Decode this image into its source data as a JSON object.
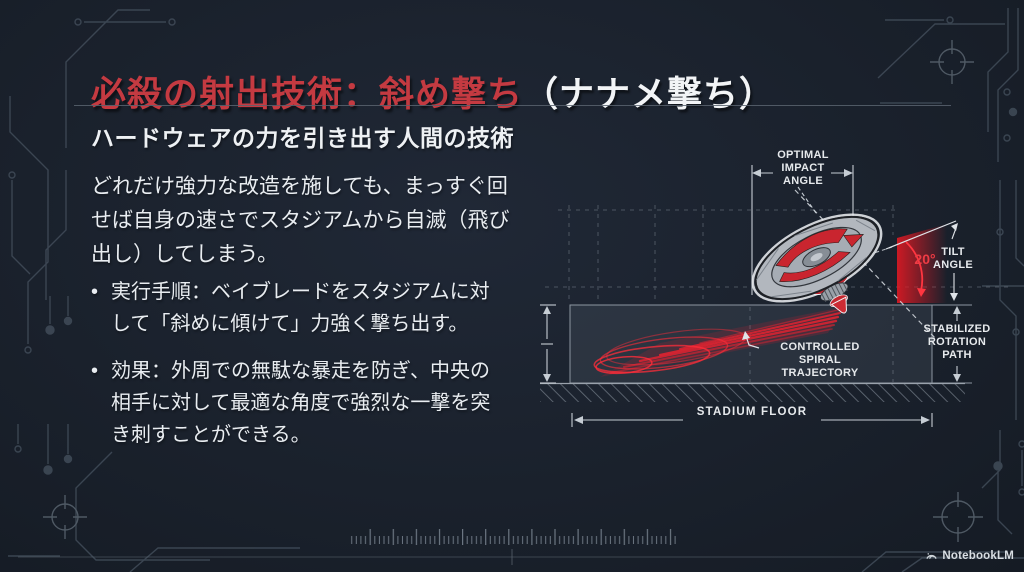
{
  "slide": {
    "title_red": "必殺の射出技術：斜め撃ち",
    "title_white": "（ナナメ撃ち）",
    "subtitle": "ハードウェアの力を引き出す人間の技術",
    "paragraph": "どれだけ強力な改造を施しても、まっすぐ回せば自身の速さでスタジアムから自滅（飛び出し）してしまう。",
    "bullet_marker": "•",
    "bullets": [
      "実行手順：ベイブレードをスタジアムに対して「斜めに傾けて」力強く撃ち出す。",
      "効果：外周での無駄な暴走を防ぎ、中央の相手に対して最適な角度で強烈な一撃を突き刺すことができる。"
    ]
  },
  "diagram": {
    "optimal_impact_angle": "OPTIMAL IMPACT ANGLE",
    "tilt_angle": "TILT ANGLE",
    "tilt_value": "20°",
    "controlled_spiral": "CONTROLLED SPIRAL TRAJECTORY",
    "stabilized_rotation": "STABILIZED ROTATION PATH",
    "stadium_floor": "STADIUM FLOOR"
  },
  "footer": {
    "brand": "NotebookLM"
  },
  "colors": {
    "background": "#1a212c",
    "accent_red": "#c43a41",
    "diagram_red": "#e8222f",
    "text": "#f2f4f6",
    "trace": "#44505e"
  }
}
